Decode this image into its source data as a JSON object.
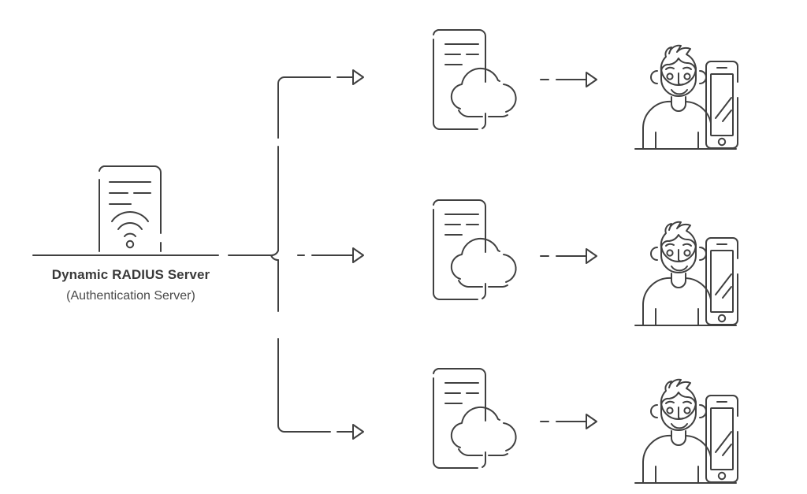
{
  "diagram": {
    "type": "network-authentication-flow",
    "title": "Dynamic RADIUS Server authentication flow",
    "stroke_color": "#404040",
    "background_color": "#ffffff",
    "stroke_width": 2
  },
  "server": {
    "title": "Dynamic RADIUS Server",
    "subtitle": "(Authentication Server)",
    "icon_name": "radius-server-wifi-icon",
    "icon_parts": [
      "document-outline",
      "text-line",
      "text-line",
      "text-line",
      "wifi-waves",
      "wifi-dot"
    ],
    "ground_line": true
  },
  "connector": {
    "name": "branching-trunk-connector",
    "branch_count": 3,
    "style": "orthogonal-rounded-elbow"
  },
  "rows": [
    {
      "id": "row-1",
      "document": {
        "icon_name": "document-cloud-icon",
        "text_lines": 3
      },
      "arrow": {
        "icon_name": "dashed-arrow-right-icon",
        "style": "dashed",
        "head": "outlined-triangle"
      },
      "user": {
        "icon_name": "user-with-smartphone-icon",
        "device": "smartphone"
      }
    },
    {
      "id": "row-2",
      "document": {
        "icon_name": "document-cloud-icon",
        "text_lines": 3
      },
      "arrow": {
        "icon_name": "dashed-arrow-right-icon",
        "style": "dashed",
        "head": "outlined-triangle"
      },
      "user": {
        "icon_name": "user-with-smartphone-icon",
        "device": "smartphone"
      }
    },
    {
      "id": "row-3",
      "document": {
        "icon_name": "document-cloud-icon",
        "text_lines": 3
      },
      "arrow": {
        "icon_name": "dashed-arrow-right-icon",
        "style": "dashed",
        "head": "outlined-triangle"
      },
      "user": {
        "icon_name": "user-with-smartphone-icon",
        "device": "smartphone"
      }
    }
  ],
  "branch_arrows": [
    {
      "id": "branch-arrow-1",
      "icon_name": "branch-arrow-right-icon",
      "head": "outlined-triangle"
    },
    {
      "id": "branch-arrow-2",
      "icon_name": "branch-arrow-right-icon",
      "head": "outlined-triangle"
    },
    {
      "id": "branch-arrow-3",
      "icon_name": "branch-arrow-right-icon",
      "head": "outlined-triangle"
    }
  ]
}
